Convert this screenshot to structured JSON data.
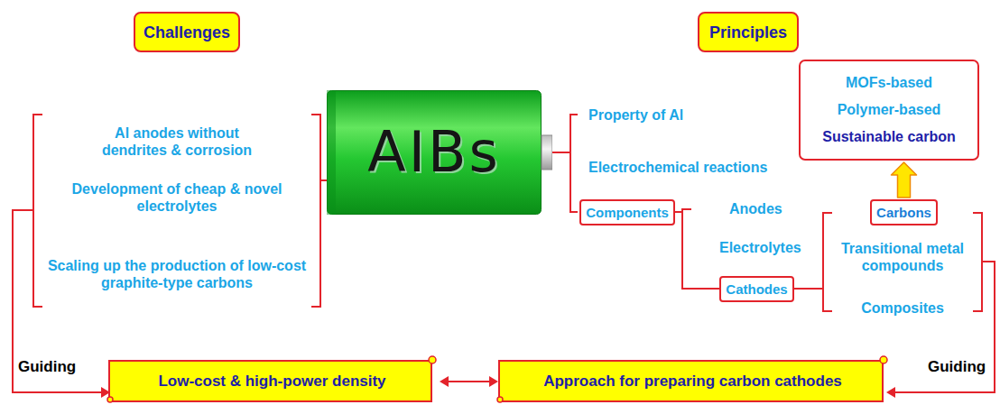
{
  "diagram": {
    "nodes": [
      {
        "text": [
          "Challenges"
        ]
      },
      {
        "text": [
          "Principles"
        ]
      },
      {
        "text": [
          "AIBs"
        ]
      },
      {
        "text": [
          "Components"
        ]
      },
      {
        "text": [
          "Cathodes"
        ]
      },
      {
        "text": [
          "Carbons"
        ]
      },
      {
        "text": [
          "MOFs-based",
          "Polymer-based",
          "Sustainable carbon"
        ]
      },
      {
        "text": [
          "Low-cost & high-power density"
        ]
      },
      {
        "text": [
          "Approach for preparing carbon cathodes"
        ]
      }
    ],
    "edges": [
      {
        "from": 5,
        "to": 6,
        "arrow": "to"
      },
      {
        "from": 7,
        "to": 8,
        "arrow": "both"
      }
    ],
    "labels": [
      "Al anodes without dendrites & corrosion",
      "Development of cheap & novel electrolytes",
      "Scaling up the production of low-cost graphite-type carbons",
      "Property of Al",
      "Electrochemical reactions",
      "Anodes",
      "Electrolytes",
      "Transitional metal compounds",
      "Composites",
      "Guiding",
      "Guiding"
    ]
  }
}
